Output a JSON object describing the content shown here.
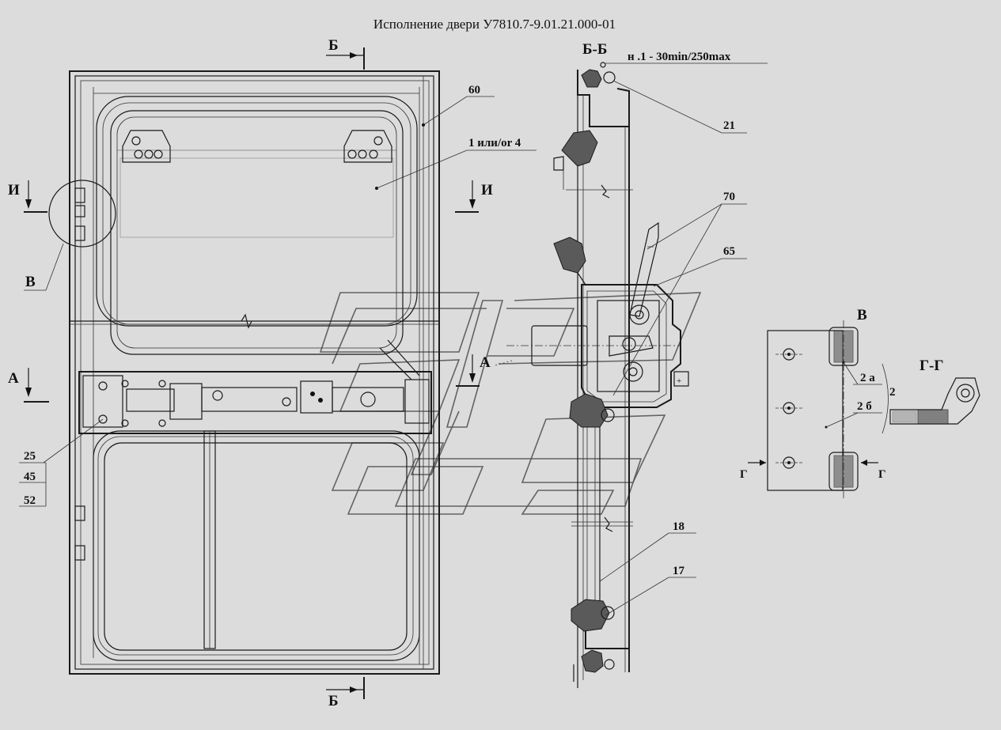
{
  "title": "Исполнение двери У7810.7-9.01.21.000-01",
  "section_labels": {
    "b_top": "Б",
    "b_bottom": "Б",
    "i_left": "И",
    "i_right": "И",
    "a_left": "А",
    "a_mid": "А",
    "v_left": "В",
    "bb_view": "Б-Б",
    "v_view": "В",
    "gg_view": "Г-Г",
    "g_left": "Г",
    "g_right": "Г"
  },
  "torque_note": "н .1 - 30min/250max",
  "callouts": {
    "c60": "60",
    "c1or4": "1 или/or 4",
    "c25": "25",
    "c45": "45",
    "c52": "52",
    "c21": "21",
    "c70": "70",
    "c65": "65",
    "c18": "18",
    "c17": "17",
    "c2a": "2 а",
    "c2b": "2 б",
    "c2": "2"
  }
}
